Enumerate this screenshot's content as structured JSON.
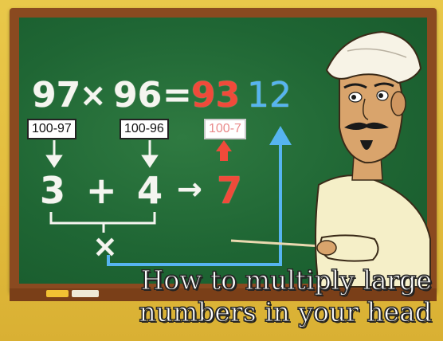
{
  "equation": {
    "lhs_a": "97",
    "times": "×",
    "lhs_b": "96",
    "equals": "=",
    "result_left": "93",
    "result_right": "12"
  },
  "labels": {
    "first": "100-97",
    "second": "100-96",
    "third": "100-7"
  },
  "work": {
    "a": "3",
    "plus": "+",
    "b": "4",
    "arrow": "→",
    "c": "7",
    "times_mark": "×"
  },
  "caption": {
    "line1": "How to multiply large",
    "line2": "numbers in your head"
  },
  "colors": {
    "chalk_white": "#f5f5f0",
    "chalk_red": "#f04a3a",
    "chalk_blue": "#56b4f0",
    "board_green": "#1f6634",
    "wall_yellow": "#e3bd3e"
  }
}
